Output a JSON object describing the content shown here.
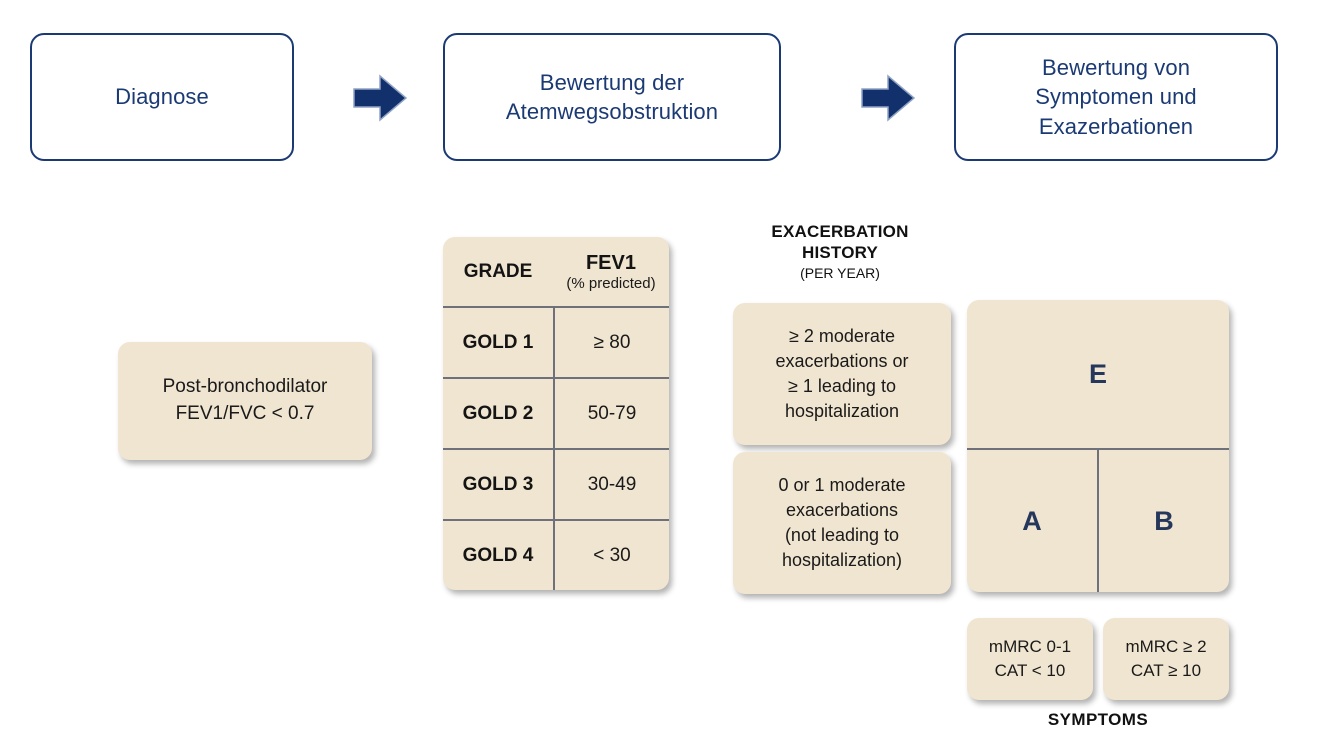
{
  "flow": {
    "boxes": [
      {
        "label": "Diagnose"
      },
      {
        "label": "Bewertung der\nAtemwegsobstruktion"
      },
      {
        "label": "Bewertung von\nSymptomen und\nExazerbationen"
      }
    ],
    "arrows": [
      {
        "name": "right-arrow-icon"
      },
      {
        "name": "right-arrow-icon"
      }
    ],
    "accent_color": "#1b3a74"
  },
  "diagnosis": {
    "line1": "Post-bronchodilator",
    "line2": "FEV1/FVC < 0.7"
  },
  "gold_table": {
    "columns": {
      "grade": "GRADE",
      "fev1_title": "FEV1",
      "fev1_sub": "(% predicted)"
    },
    "rows": [
      {
        "grade": "GOLD 1",
        "fev1": "≥ 80"
      },
      {
        "grade": "GOLD 2",
        "fev1": "50-79"
      },
      {
        "grade": "GOLD 3",
        "fev1": "30-49"
      },
      {
        "grade": "GOLD 4",
        "fev1": "< 30"
      }
    ]
  },
  "exacerbation": {
    "heading_line1": "EXACERBATION",
    "heading_line2": "HISTORY",
    "heading_sub": "(PER YEAR)",
    "cards": [
      {
        "text": "≥ 2 moderate\nexacerbations or\n≥ 1 leading to\nhospitalization"
      },
      {
        "text": "0 or 1 moderate\nexacerbations\n(not leading to\nhospitalization)"
      }
    ]
  },
  "abe_grid": {
    "top": "E",
    "bottom_left": "A",
    "bottom_right": "B",
    "letter_color": "#25375a"
  },
  "symptoms": {
    "cards": [
      {
        "text": "mMRC 0-1\nCAT < 10"
      },
      {
        "text": "mMRC ≥ 2\nCAT ≥ 10"
      }
    ],
    "label": "SYMPTOMS"
  },
  "palette": {
    "card_fill": "#f0e5d0",
    "navy": "#1b3a74",
    "divider": "#70707a",
    "text": "#1a1a1a"
  }
}
